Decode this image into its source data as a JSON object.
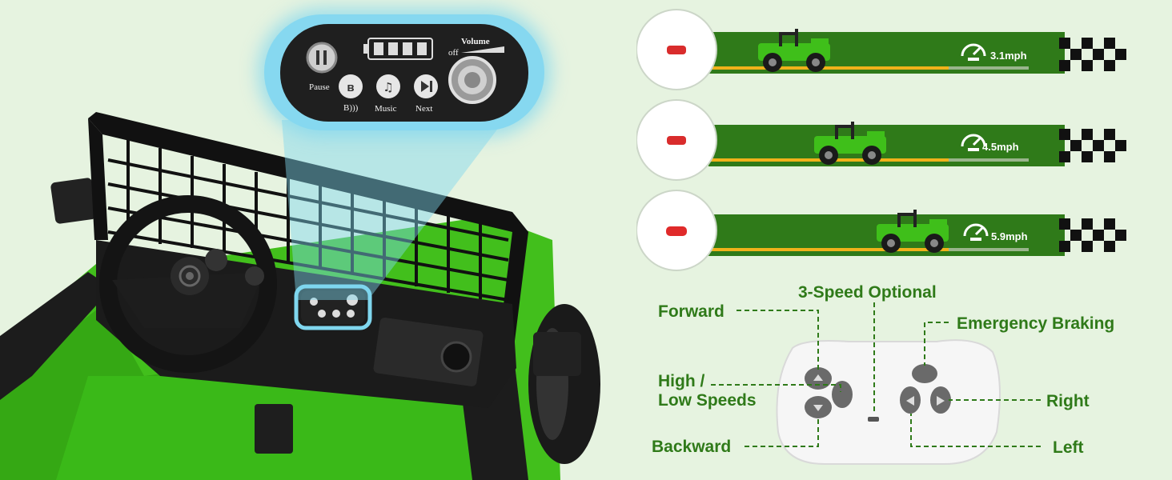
{
  "control_panel": {
    "pause_label": "Pause",
    "bluetooth_label": "B)))",
    "music_label": "Music",
    "next_label": "Next",
    "volume_label": "Volume",
    "off_label": "off"
  },
  "speed_rows": [
    {
      "speed": "3.1mph"
    },
    {
      "speed": "4.5mph"
    },
    {
      "speed": "5.9mph"
    }
  ],
  "remote": {
    "title": "3-Speed Optional",
    "forward": "Forward",
    "high_low_line1": "High /",
    "high_low_line2": "Low Speeds",
    "backward": "Backward",
    "emergency": "Emergency Braking",
    "right": "Right",
    "left": "Left"
  },
  "colors": {
    "background": "#e6f3e0",
    "accent_green": "#2f7a19",
    "car_green": "#3fbf1a",
    "highlight_blue": "#7fd6ee"
  }
}
